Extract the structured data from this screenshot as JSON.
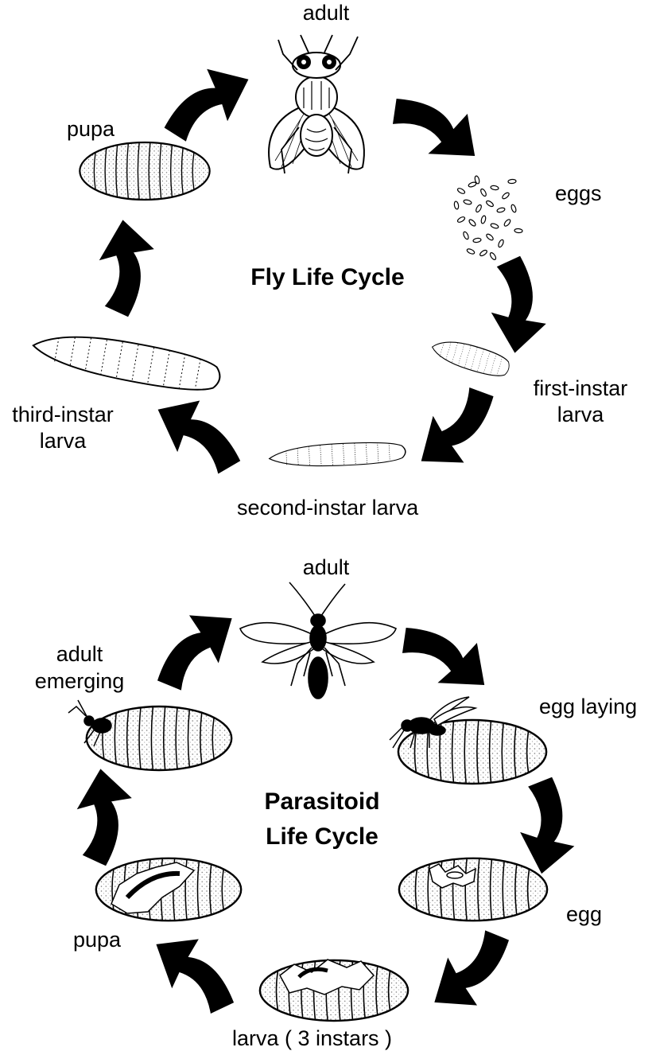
{
  "fly": {
    "title": "Fly Life Cycle",
    "stages": {
      "adult": "adult",
      "eggs": "eggs",
      "first_instar_1": "first-instar",
      "first_instar_2": "larva",
      "second_instar": "second-instar larva",
      "third_instar_1": "third-instar",
      "third_instar_2": "larva",
      "pupa": "pupa"
    }
  },
  "parasitoid": {
    "title_1": "Parasitoid",
    "title_2": "Life Cycle",
    "stages": {
      "adult": "adult",
      "egg_laying": "egg laying",
      "egg": "egg",
      "larva": "larva ( 3 instars )",
      "pupa": "pupa",
      "emerging_1": "adult",
      "emerging_2": "emerging"
    }
  },
  "colors": {
    "ink": "#000000",
    "paper": "#ffffff"
  }
}
